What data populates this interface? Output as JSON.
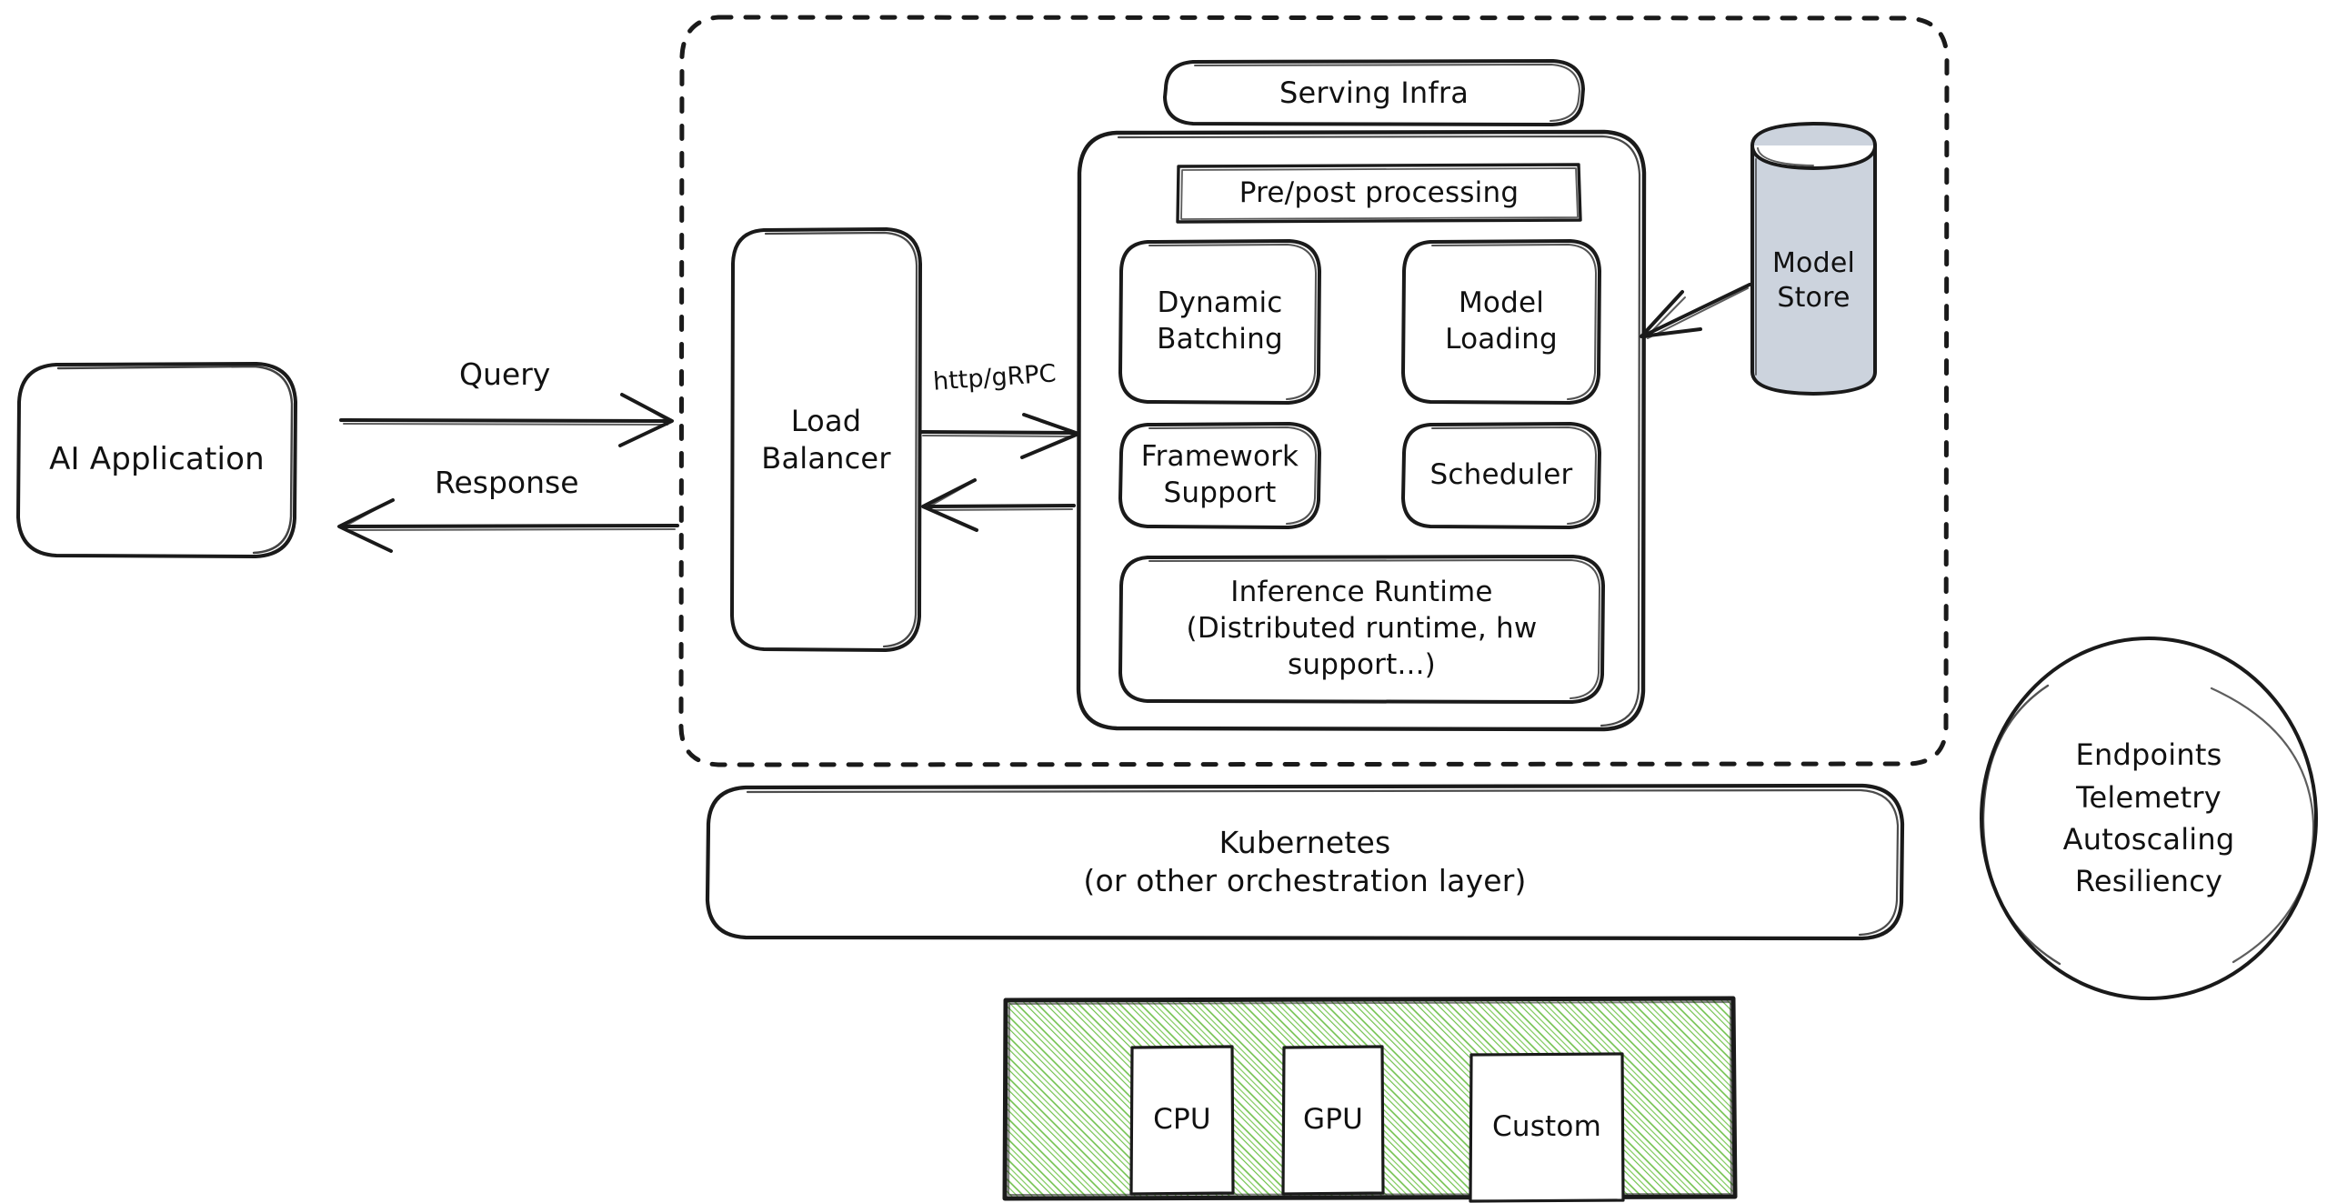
{
  "diagram": {
    "title": "AI model serving infrastructure reference architecture",
    "style": "hand-drawn sketch (excalidraw-like)",
    "colors": {
      "stroke": "#1a1a1a",
      "background": "#ffffff",
      "model_store_fill": "#ccd3dd",
      "hardware_hatch": "#6ec04a",
      "text": "#111111"
    }
  },
  "nodes": {
    "ai_application": {
      "label": "AI Application",
      "shape": "rounded-rect"
    },
    "load_balancer": {
      "label": "Load\nBalancer",
      "shape": "rounded-rect"
    },
    "serving_infra_title": {
      "label": "Serving Infra",
      "shape": "rounded-rect"
    },
    "prepost_processing": {
      "label": "Pre/post processing",
      "shape": "rect"
    },
    "dynamic_batching": {
      "label": "Dynamic\nBatching",
      "shape": "rounded-rect"
    },
    "model_loading": {
      "label": "Model\nLoading",
      "shape": "rounded-rect"
    },
    "framework_support": {
      "label": "Framework\nSupport",
      "shape": "rounded-rect"
    },
    "scheduler": {
      "label": "Scheduler",
      "shape": "rounded-rect"
    },
    "inference_runtime": {
      "label": "Inference Runtime\n(Distributed runtime, hw\nsupport...)",
      "shape": "rounded-rect"
    },
    "model_store": {
      "label": "Model\nStore",
      "shape": "cylinder"
    },
    "kubernetes": {
      "label": "Kubernetes\n(or other orchestration layer)",
      "shape": "rounded-rect"
    },
    "capabilities_circle": {
      "label": "Endpoints\nTelemetry\nAutoscaling\nResiliency",
      "shape": "ellipse"
    },
    "hardware_layer": {
      "label": "",
      "shape": "hatched-rect"
    },
    "cpu": {
      "label": "CPU",
      "shape": "rect"
    },
    "gpu": {
      "label": "GPU",
      "shape": "rect"
    },
    "custom": {
      "label": "Custom",
      "shape": "rect"
    }
  },
  "edges": [
    {
      "id": "query",
      "label": "Query",
      "from": "ai_application",
      "to": "load_balancer",
      "direction": "right"
    },
    {
      "id": "response",
      "label": "Response",
      "from": "load_balancer",
      "to": "ai_application",
      "direction": "left"
    },
    {
      "id": "http_grpc",
      "label": "http/gRPC",
      "from": "load_balancer",
      "to": "serving_infra",
      "direction": "right"
    },
    {
      "id": "serving_reply",
      "label": "",
      "from": "serving_infra",
      "to": "load_balancer",
      "direction": "left"
    },
    {
      "id": "model_store_link",
      "label": "",
      "from": "model_store",
      "to": "serving_infra",
      "direction": "left"
    }
  ]
}
